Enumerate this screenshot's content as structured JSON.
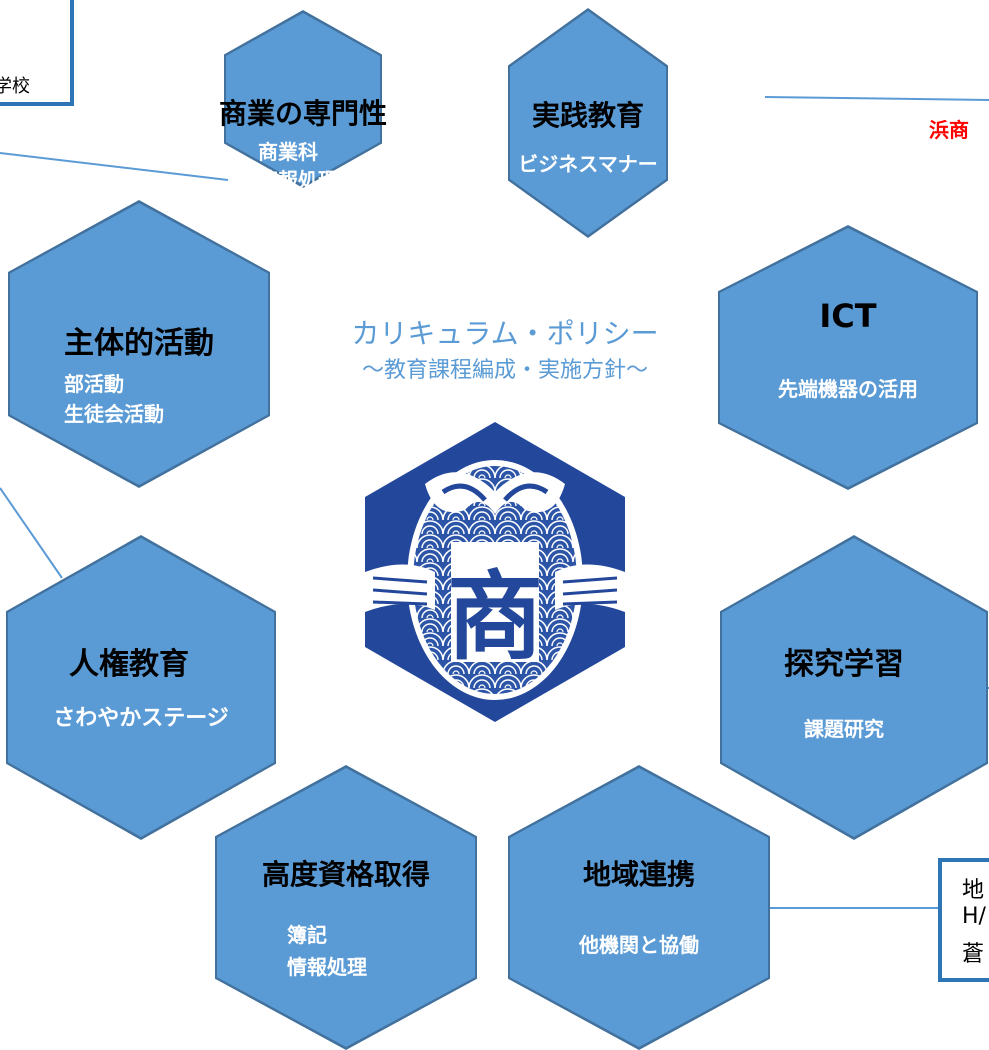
{
  "top_left_box": {
    "text": "学校"
  },
  "top_right_note": {
    "text": "浜商"
  },
  "bottom_right_box": {
    "lines": [
      "地",
      "H/",
      "蒼"
    ]
  },
  "policy": {
    "title": "カリキュラム・ポリシー",
    "subtitle": "～教育課程編成・実施方針～"
  },
  "hexagons": [
    {
      "id": "commerce",
      "title": "商業の専門性",
      "sub": [
        "商業科",
        "情報処理科"
      ]
    },
    {
      "id": "practice",
      "title": "実践教育",
      "sub": [
        "ビジネスマナー"
      ]
    },
    {
      "id": "ict",
      "title": "ICT",
      "sub": [
        "先端機器の活用"
      ]
    },
    {
      "id": "independent",
      "title": "主体的活動",
      "sub": [
        "部活動",
        "生徒会活動"
      ]
    },
    {
      "id": "human-rights",
      "title": "人権教育",
      "sub": [
        "さわやかステージ"
      ]
    },
    {
      "id": "inquiry",
      "title": "探究学習",
      "sub": [
        "課題研究"
      ]
    },
    {
      "id": "qualification",
      "title": "高度資格取得",
      "sub": [
        "簿記",
        "情報処理"
      ]
    },
    {
      "id": "community",
      "title": "地域連携",
      "sub": [
        "他機関と協働"
      ]
    }
  ],
  "colors": {
    "hex_fill": "#5b9bd5",
    "hex_border": "#41719c",
    "connector": "#5b9bd5",
    "box_border": "#2e75b6",
    "emblem_bg": "#23479a",
    "red_note": "#ff0000"
  },
  "emblem": {
    "glyph": "商"
  }
}
